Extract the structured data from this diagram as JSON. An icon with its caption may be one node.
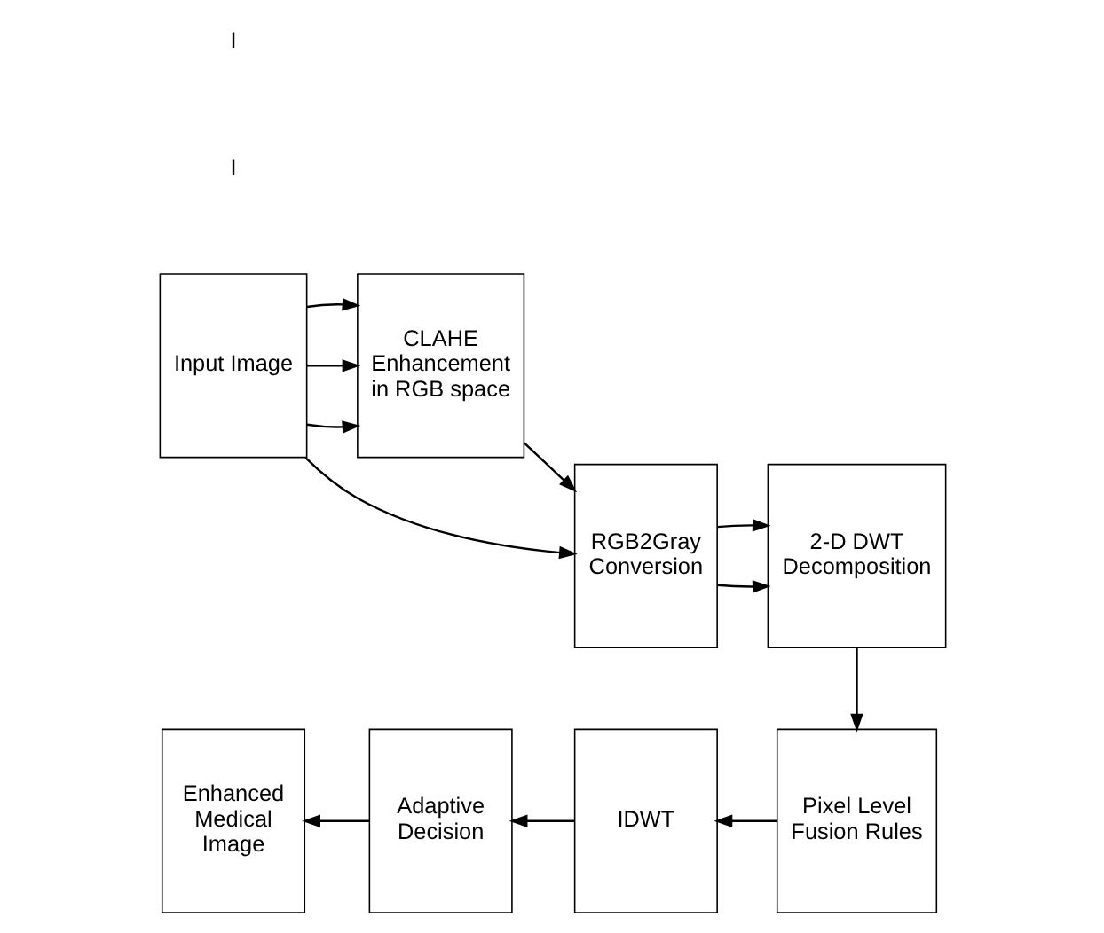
{
  "diagram": {
    "nodes": [
      {
        "text": [
          "Input Image"
        ]
      },
      {
        "text": [
          "CLAHE Enhancement in RGB space"
        ]
      },
      {
        "text": [
          "RGB2Gray Conversion"
        ]
      },
      {
        "text": [
          "2-D DWT Decomposition"
        ]
      },
      {
        "text": [
          "Enhanced Medical Image"
        ]
      },
      {
        "text": [
          "Adaptive Decision"
        ]
      },
      {
        "text": [
          "IDWT"
        ]
      },
      {
        "text": [
          "Pixel Level Fusion Rules"
        ]
      }
    ],
    "edges": [
      {
        "from": 0,
        "to": 1,
        "arrow": "to"
      },
      {
        "from": 0,
        "to": 1,
        "arrow": "to"
      },
      {
        "from": 0,
        "to": 1,
        "arrow": "to"
      },
      {
        "from": 0,
        "to": 2,
        "arrow": "to"
      },
      {
        "from": 1,
        "to": 2,
        "arrow": "to"
      },
      {
        "from": 2,
        "to": 3,
        "arrow": "to"
      },
      {
        "from": 2,
        "to": 3,
        "arrow": "to"
      },
      {
        "from": 3,
        "to": 7,
        "arrow": "to"
      },
      {
        "from": 7,
        "to": 6,
        "arrow": "to"
      },
      {
        "from": 6,
        "to": 5,
        "arrow": "to"
      },
      {
        "from": 5,
        "to": 4,
        "arrow": "to"
      }
    ],
    "labels": [
      "I",
      "I"
    ]
  }
}
